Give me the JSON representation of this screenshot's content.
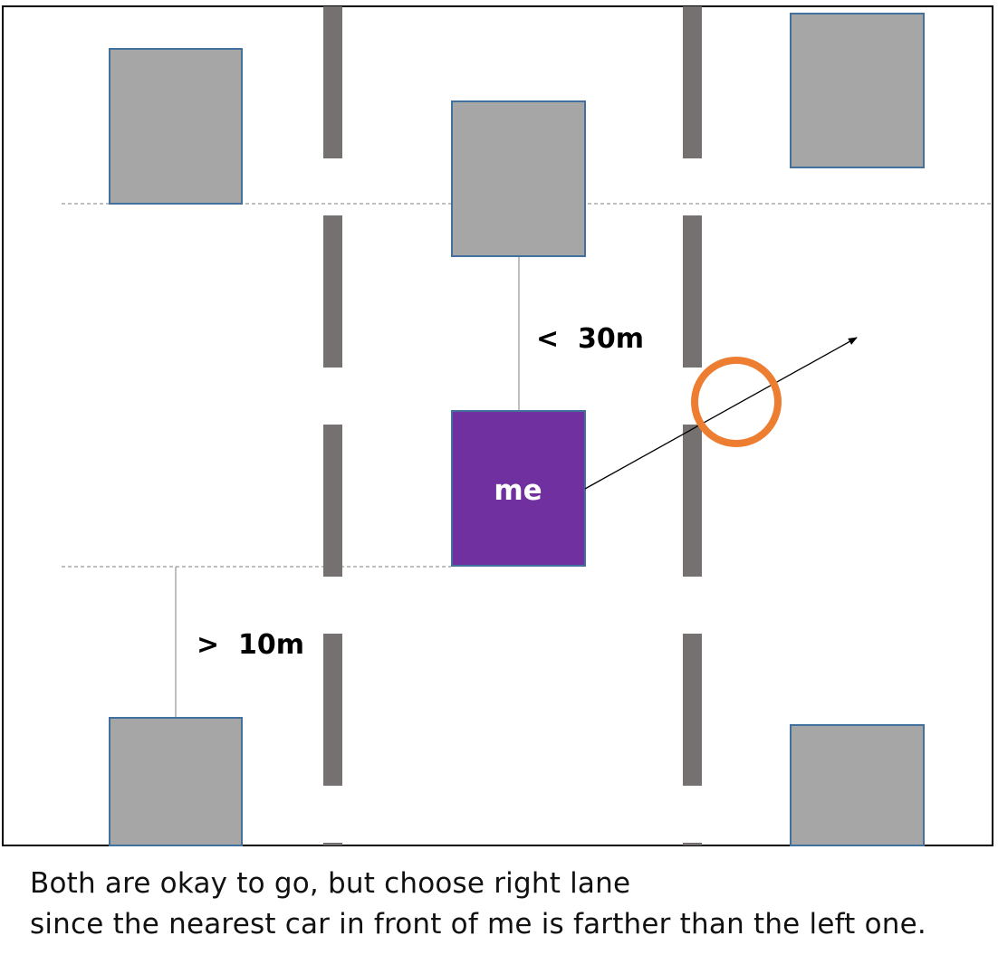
{
  "colors": {
    "car_fill": "#a6a6a6",
    "car_stroke": "#41719c",
    "ego_fill": "#7030a0",
    "lane_marking": "#767171",
    "highlight": "#ed7d31",
    "frame": "#000000"
  },
  "labels": {
    "me": "me",
    "front_distance": "<  30m",
    "rear_distance": ">  10m"
  },
  "caption": {
    "line1": "Both are okay to go, but choose right lane",
    "line2": "since the nearest car in front of me is farther than the left one."
  }
}
